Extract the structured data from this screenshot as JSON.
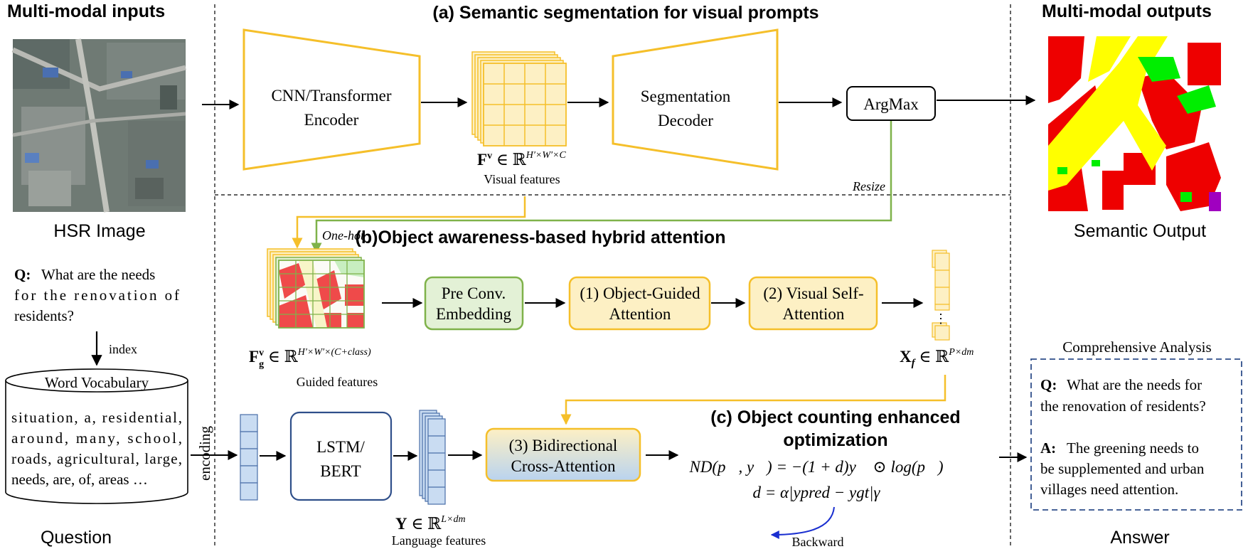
{
  "headers": {
    "inputs": "Multi-modal inputs",
    "outputs": "Multi-modal outputs",
    "section_a": "(a) Semantic segmentation for visual prompts",
    "section_b": "(b)Object awareness-based hybrid attention",
    "section_c_line1": "(c) Object counting enhanced",
    "section_c_line2": "optimization"
  },
  "inputs": {
    "hsr_image_label": "HSR Image",
    "question_prefix": "Q:",
    "question_lines": [
      "What are the needs",
      "for the renovation of",
      "residents?"
    ],
    "index_label": "index",
    "vocab_title": "Word Vocabulary",
    "vocab_lines": [
      "situation, a, residential,",
      "around, many, school,",
      "roads, agricultural, large,",
      "needs, are, of, areas …"
    ],
    "encoding_label": "encoding",
    "question_label": "Question"
  },
  "section_a": {
    "encoder_line1": "CNN/Transformer",
    "encoder_line2": "Encoder",
    "decoder_line1": "Segmentation",
    "decoder_line2": "Decoder",
    "argmax": "ArgMax",
    "fv_symbol": "F",
    "fv_sup": "v",
    "fv_in": " ∈ ℝ",
    "fv_dims": "H′×W′×C",
    "fv_caption": "Visual features",
    "resize": "Resize"
  },
  "section_b": {
    "onehot": "One-hot",
    "pre_conv_line1": "Pre Conv.",
    "pre_conv_line2": "Embedding",
    "oga_line1": "(1) Object-Guided",
    "oga_line2": "Attention",
    "vsa_line1": "(2) Visual Self-",
    "vsa_line2": "Attention",
    "fg_symbol": "F",
    "fg_sub": "g",
    "fg_sup": "v",
    "fg_in": " ∈  ℝ",
    "fg_dims": "H′×W′×(C+class)",
    "fg_caption": "Guided features",
    "xf_symbol": "X",
    "xf_sub": "f",
    "xf_in": " ∈ ℝ",
    "xf_dims": "P×dm",
    "ellipsis": "⋮"
  },
  "language": {
    "lstm_line1": "LSTM/",
    "lstm_line2": "BERT",
    "y_symbol": "Y",
    "y_in": " ∈  ℝ",
    "y_dims": "L×dm",
    "y_caption": "Language features",
    "bca_line1": "(3) Bidirectional",
    "bca_line2": "Cross-Attention"
  },
  "section_c": {
    "formula1": "ND(p⃗, y⃗) = −(1 + d)y⃗ ⊙ log(p⃗)",
    "formula2": "d = α|ypred − ygt|γ",
    "backward": "Backward"
  },
  "outputs": {
    "semantic_label": "Semantic Output",
    "analysis_title": "Comprehensive Analysis",
    "q_prefix": "Q:",
    "q_lines": [
      "What are the needs for",
      "the renovation of residents?"
    ],
    "a_prefix": "A:",
    "a_lines": [
      "The greening needs to",
      "be supplemented and urban",
      "villages need attention."
    ],
    "answer_label": "Answer"
  },
  "colors": {
    "yellow_stroke": "#f5bf2a",
    "yellow_fill": "#fdf0c4",
    "green_stroke": "#7fb24a",
    "green_fill": "#e3f1d6",
    "blue_stroke": "#4a6fa8",
    "blue_fill": "#c9dcf2",
    "navy": "#2f4f8a",
    "red_label": "#c00000",
    "building_red": "#ee0000",
    "road_yellow": "#ffff00",
    "green_area": "#00ee00",
    "backward_blue": "#1a2fd0"
  }
}
